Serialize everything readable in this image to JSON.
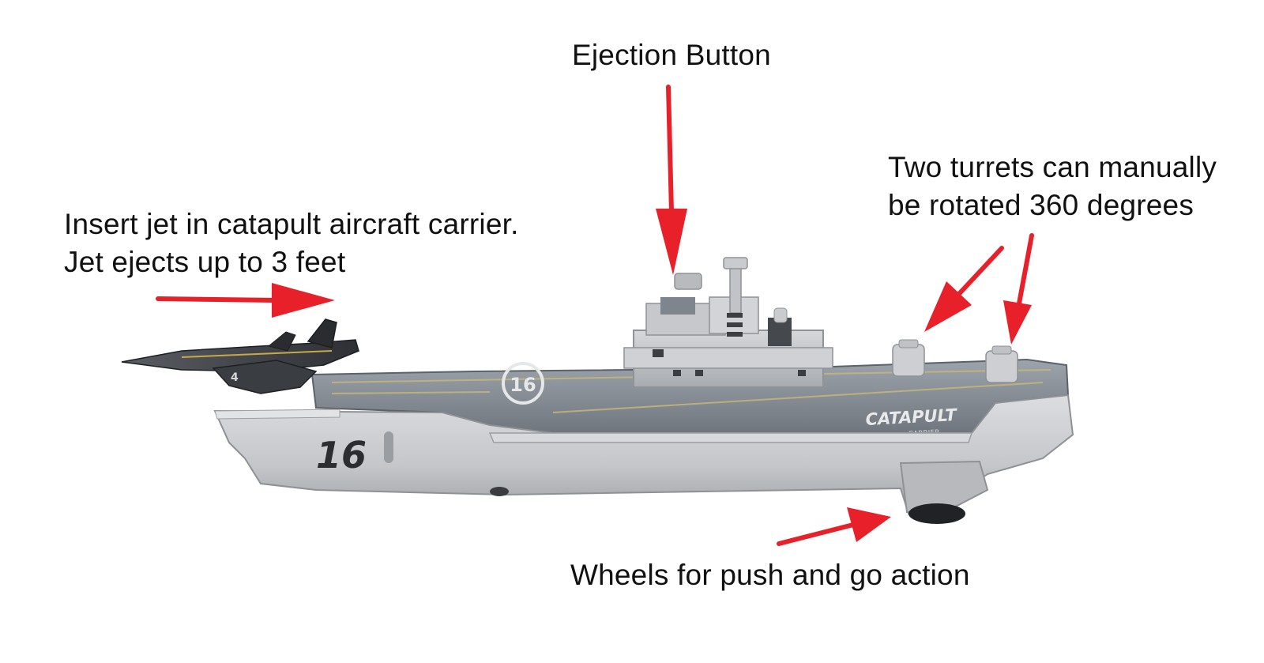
{
  "callouts": {
    "ejection": {
      "line1": "Ejection Button"
    },
    "turrets": {
      "line1": "Two turrets can manually",
      "line2": "be rotated 360 degrees"
    },
    "jet": {
      "line1": "Insert jet in catapult aircraft carrier.",
      "line2": "Jet ejects up to 3 feet"
    },
    "wheels": {
      "line1": "Wheels for push and go action"
    }
  },
  "carrier": {
    "hull_number": "16",
    "deck_logo": "CATAPULT",
    "deck_logo_sub": "CARRIER",
    "bow_emblem": "16",
    "tail_number": "4"
  },
  "icons": {
    "arrow": "red-arrow-icon",
    "ship": "aircraft-carrier-icon",
    "jet": "fighter-jet-icon"
  },
  "colors": {
    "arrow": "#e8202a",
    "hull": "#c9cacc",
    "deck": "#8a9097",
    "text": "#111111"
  }
}
